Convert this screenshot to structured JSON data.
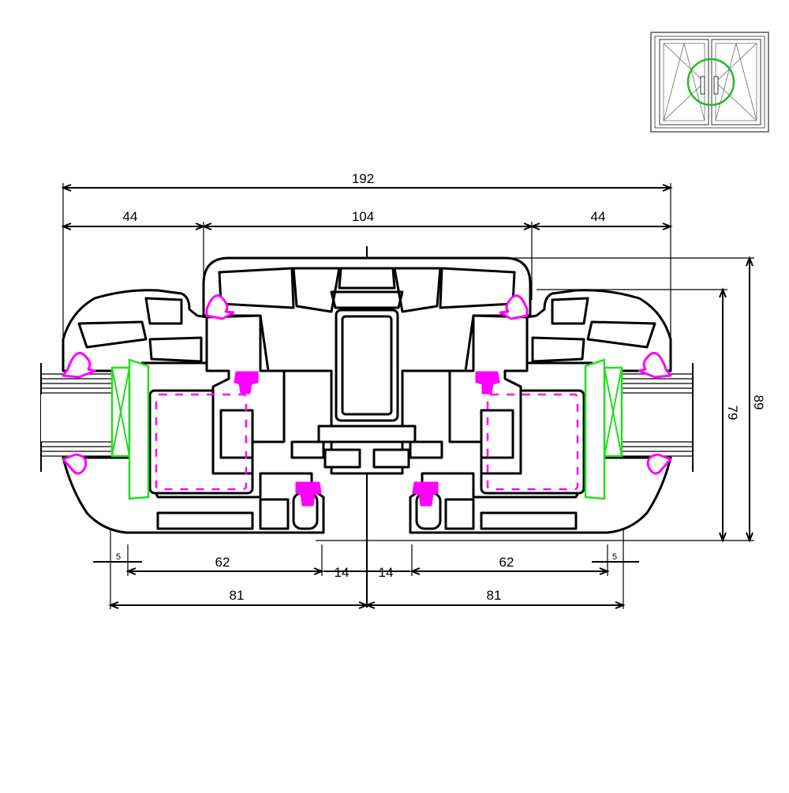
{
  "dimensions": {
    "overall_width": "192",
    "outer_left": "44",
    "center": "104",
    "outer_right": "44",
    "height_inner": "79",
    "height_outer": "89",
    "left_sash_inner": "62",
    "left_gap": "14",
    "right_gap": "14",
    "right_sash_inner": "62",
    "left_glass_offset": "5",
    "right_glass_offset": "5",
    "left_sash_total": "81",
    "right_sash_total": "81"
  },
  "colors": {
    "profile": "#000000",
    "seal": "#ff00ff",
    "reinforcement": "#22dd22",
    "highlight": "#22bb22"
  },
  "icons": {
    "window_thumbnail": "double-casement-window-icon"
  }
}
